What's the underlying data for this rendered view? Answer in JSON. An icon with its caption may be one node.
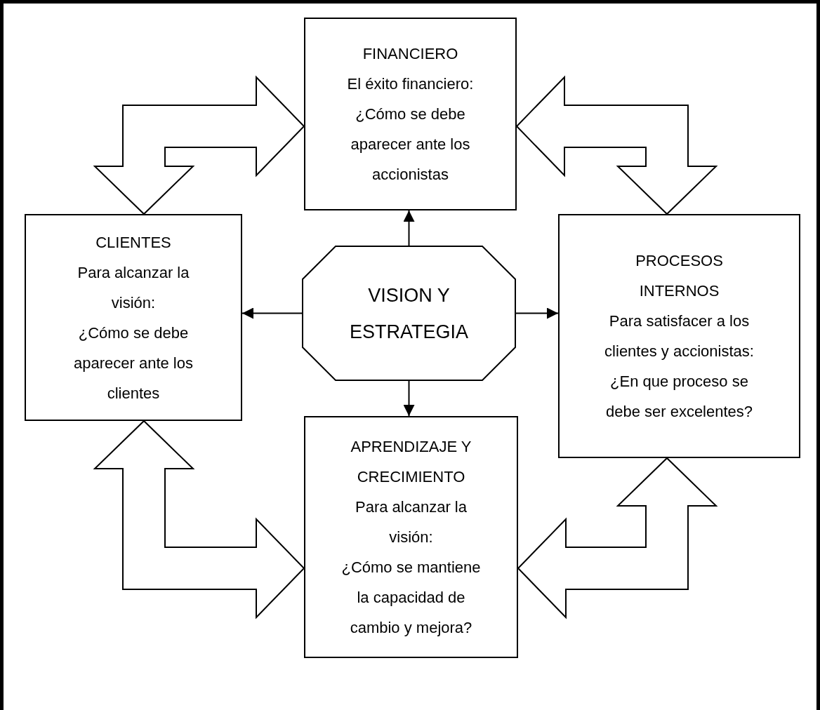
{
  "diagram": {
    "nodes": [
      {
        "text": [
          "FINANCIERO",
          "El éxito financiero:",
          "¿Cómo se debe aparecer ante los accionistas"
        ]
      },
      {
        "text": [
          "CLIENTES",
          "Para alcanzar la visión:",
          "¿Cómo se debe aparecer ante los clientes"
        ]
      },
      {
        "text": [
          "VISION Y ESTRATEGIA"
        ]
      },
      {
        "text": [
          "PROCESOS INTERNOS",
          "Para satisfacer a los clientes y accionistas:",
          "¿En que proceso se debe ser excelentes?"
        ]
      },
      {
        "text": [
          "APRENDIZAJE Y CRECIMIENTO",
          "Para alcanzar la visión:",
          "¿Cómo se mantiene la capacidad de cambio y mejora?"
        ]
      }
    ],
    "edges": [
      {
        "from": 2,
        "to": 0,
        "arrow": "to"
      },
      {
        "from": 2,
        "to": 1,
        "arrow": "to"
      },
      {
        "from": 2,
        "to": 3,
        "arrow": "to"
      },
      {
        "from": 2,
        "to": 4,
        "arrow": "to"
      },
      {
        "from": 1,
        "to": 0,
        "arrow": "both",
        "style": "thick"
      },
      {
        "from": 0,
        "to": 3,
        "arrow": "both",
        "style": "thick"
      },
      {
        "from": 1,
        "to": 4,
        "arrow": "both",
        "style": "thick"
      },
      {
        "from": 3,
        "to": 4,
        "arrow": "both",
        "style": "thick"
      }
    ]
  }
}
